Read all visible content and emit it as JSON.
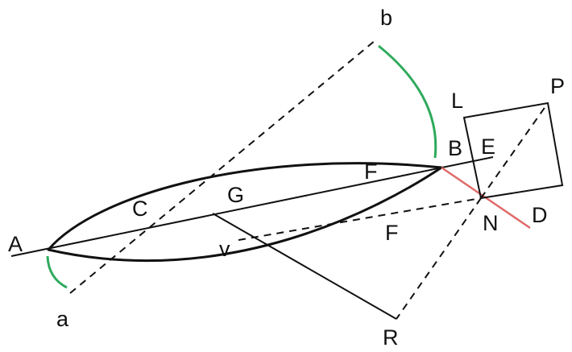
{
  "labels": {
    "A": "A",
    "a": "a",
    "b": "b",
    "B": "B",
    "C": "C",
    "G": "G",
    "F_upper": "F",
    "F_lower": "F",
    "E": "E",
    "L": "L",
    "P": "P",
    "N": "N",
    "D": "D",
    "v": "v",
    "R": "R"
  },
  "colors": {
    "ink": "#111111",
    "arc": "#2eaa5c",
    "normal": "#e06a6a"
  }
}
